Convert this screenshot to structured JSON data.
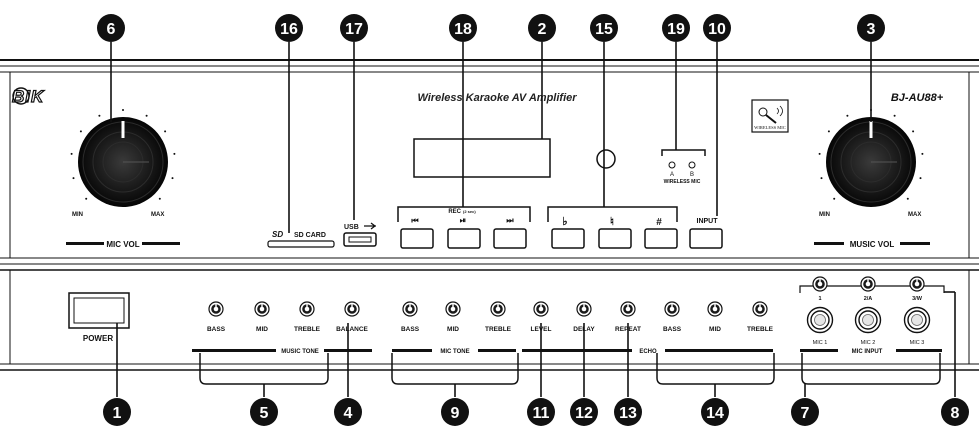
{
  "device": {
    "brand": "BIK",
    "title": "Wireless Karaoke AV Amplifier",
    "model": "BJ-AU88+",
    "wireless_mic_badge": "WIRELESS MIC"
  },
  "knobs": {
    "mic_vol": {
      "label": "MIC VOL",
      "min": "MIN",
      "max": "MAX"
    },
    "music_vol": {
      "label": "MUSIC VOL",
      "min": "MIN",
      "max": "MAX"
    }
  },
  "ports": {
    "sd_card": "SD CARD",
    "usb": "USB"
  },
  "rec": {
    "label": "REC",
    "note": "(2 sec)"
  },
  "wireless": {
    "label": "WIRELESS MIC",
    "a": "A",
    "b": "B"
  },
  "input_label": "INPUT",
  "power_label": "POWER",
  "key_symbols": {
    "flat": "♭",
    "natural": "♮",
    "sharp": "#"
  },
  "groups": {
    "music_tone": "MUSIC TONE",
    "mic_tone": "MIC TONE",
    "echo": "ECHO",
    "mic_input": "MIC INPUT"
  },
  "tone_knobs": {
    "music_tone": [
      "BASS",
      "MID",
      "TREBLE"
    ],
    "balance": "BALANCE",
    "mic_tone": [
      "BASS",
      "MID",
      "TREBLE"
    ],
    "echo": [
      "LEVEL",
      "DELAY",
      "REPEAT"
    ],
    "echo_tone": [
      "BASS",
      "MID",
      "TREBLE"
    ]
  },
  "mic_input": {
    "knob_labels": [
      "1",
      "2/A",
      "3/W"
    ],
    "jack_labels": [
      "MIC 1",
      "MIC 2",
      "MIC 3"
    ]
  },
  "callouts": [
    "6",
    "16",
    "17",
    "18",
    "2",
    "15",
    "19",
    "10",
    "3",
    "1",
    "5",
    "4",
    "9",
    "11",
    "12",
    "13",
    "14",
    "7",
    "8"
  ]
}
